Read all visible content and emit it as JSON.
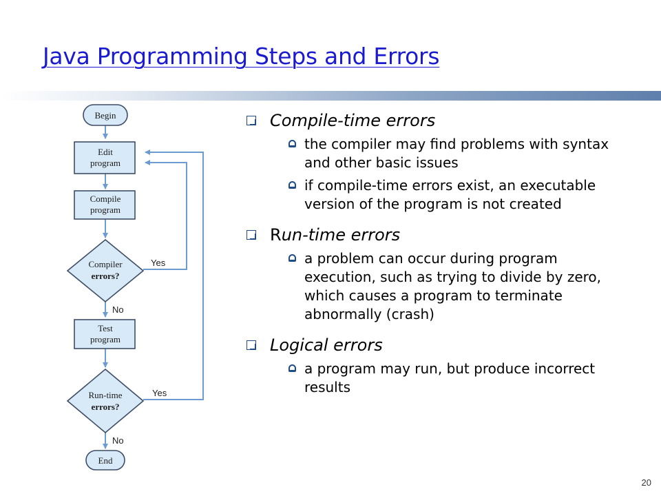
{
  "slide": {
    "title": "Java Programming  Steps and Errors",
    "page_number": "20"
  },
  "flowchart": {
    "begin": "Begin",
    "edit_line1": "Edit",
    "edit_line2": "program",
    "compile_line1": "Compile",
    "compile_line2": "program",
    "compiler_errors_line1": "Compiler",
    "compiler_errors_line2": "errors?",
    "test_line1": "Test",
    "test_line2": "program",
    "runtime_errors_line1": "Run-time",
    "runtime_errors_line2": "errors?",
    "end": "End",
    "yes_label_1": "Yes",
    "no_label_1": "No",
    "yes_label_2": "Yes",
    "no_label_2": "No"
  },
  "content": {
    "compile": {
      "heading": "Compile-time errors",
      "items": [
        "the compiler may find problems with syntax and other basic issues",
        "if compile-time errors exist, an executable version of the program is not created"
      ]
    },
    "runtime": {
      "heading_r": "R",
      "heading_rest": "un-time errors",
      "items": [
        "a problem can occur during program execution, such as trying to divide by zero, which causes a program to terminate abnormally (crash)"
      ]
    },
    "logical": {
      "heading": "Logical errors",
      "items": [
        "a program may run, but produce incorrect results"
      ]
    }
  },
  "colors": {
    "title": "#1a1ad0",
    "shape_fill": "#d8eaf7",
    "shape_stroke": "#3d4c66",
    "arrow": "#6c9bd2",
    "bullet": "#1f4c86"
  }
}
